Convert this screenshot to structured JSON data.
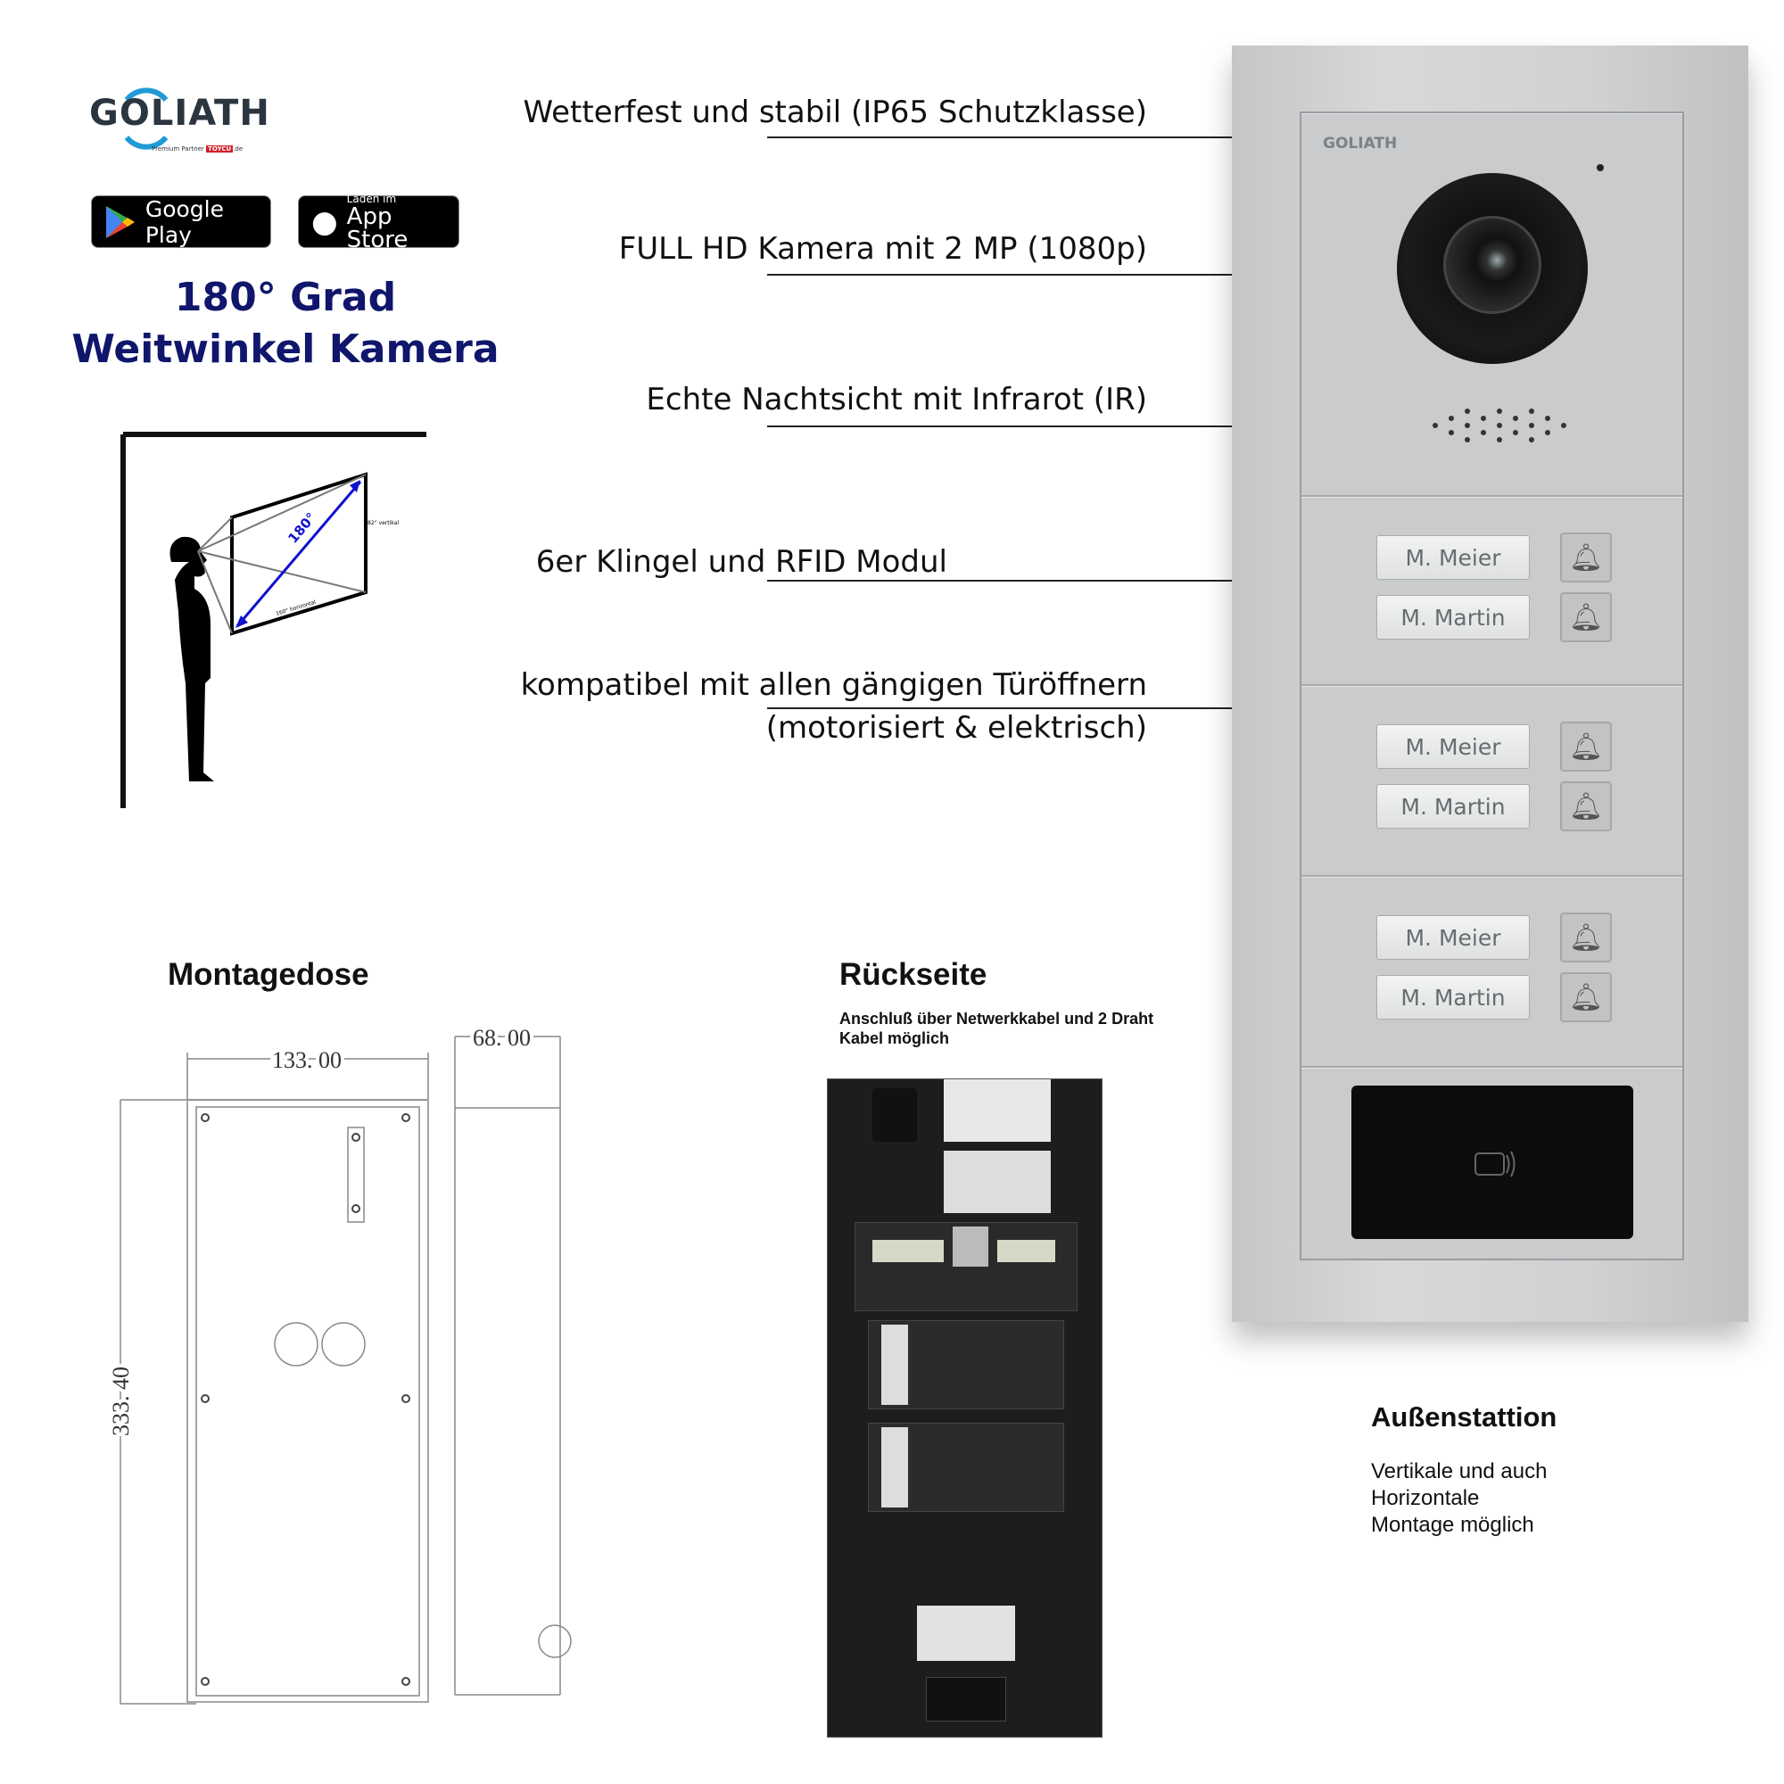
{
  "brand": {
    "logo": "GOLIATH",
    "logo_sub": "Premium Partner",
    "logo_partner": "TOYCU",
    ".de": ".de"
  },
  "stores": {
    "google_play": "Google Play",
    "app_store_small": "Laden im",
    "app_store_big": "App Store"
  },
  "headline": {
    "line1": "180° Grad",
    "line2": "Weitwinkel Kamera"
  },
  "fov_diagram": {
    "angle": "180°",
    "vertical": "82° vertikal",
    "horizontal": "160° horizontal"
  },
  "features": [
    {
      "text": "Wetterfest und stabil (IP65 Schutzklasse)"
    },
    {
      "text": "FULL HD Kamera mit 2 MP (1080p)"
    },
    {
      "text": "Echte Nachtsicht mit Infrarot (IR)"
    },
    {
      "text": "6er Klingel und RFID Modul"
    },
    {
      "text": "kompatibel mit allen gängigen Türöffnern",
      "text2": "(motorisiert & elektrisch)"
    }
  ],
  "device": {
    "logo": "GOLIATH",
    "names": [
      "M. Meier",
      "M. Martin",
      "M. Meier",
      "M. Martin",
      "M. Meier",
      "M. Martin"
    ]
  },
  "montagedose": {
    "title": "Montagedose",
    "width": "133. 00",
    "depth": "68. 00",
    "height": "333. 40"
  },
  "rueckseite": {
    "title": "Rückseite",
    "subtitle": "Anschluß über Netwerkkabel und 2 Draht Kabel möglich"
  },
  "aussen": {
    "title": "Außenstattion",
    "lines": [
      "Vertikale und auch",
      "Horizontale",
      "Montage möglich"
    ]
  },
  "colors": {
    "headline": "#10166b",
    "logo_blue": "#1f9ad6",
    "panel": "#c9cbcd"
  }
}
